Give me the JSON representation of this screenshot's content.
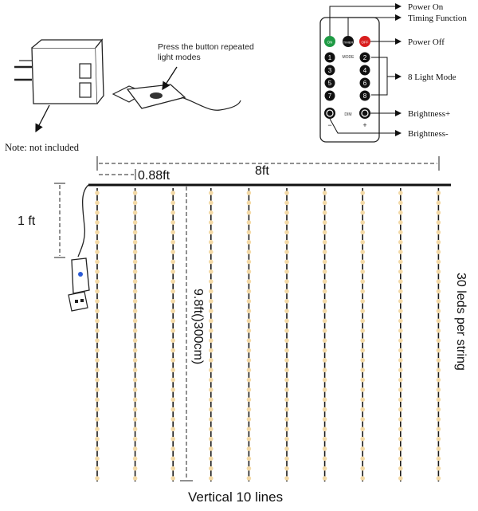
{
  "adapter": {
    "note": "Note: not included"
  },
  "usb_plug": {
    "instruction_line1": "Press the button repeated",
    "instruction_line2": "light modes"
  },
  "remote": {
    "buttons": {
      "on": "ON",
      "timer": "TIMER",
      "off": "OFF",
      "mode": "MODE",
      "dim": "DIM",
      "minus": "−",
      "plus": "+",
      "numbers": [
        "1",
        "2",
        "3",
        "4",
        "5",
        "6",
        "7",
        "8"
      ]
    },
    "callouts": {
      "power_on": "Power On",
      "timing_function": "Timing Function",
      "power_off": "Power Off",
      "light_modes": "8 Light Mode",
      "brightness_up": "Brightness+",
      "brightness_down": "Brightness-"
    },
    "colors": {
      "on": "#1e9a44",
      "timer": "#111111",
      "off": "#d81e1e"
    }
  },
  "dimensions": {
    "total_width": "8ft",
    "spacing": "0.88ft",
    "lead_length": "1 ft",
    "drop_length": "9.8ft()300cm)",
    "leds_per_string": "30 leds per string",
    "vertical_lines": "Vertical 10 lines"
  },
  "curtain": {
    "line_count": 10,
    "leds_per_string": 30,
    "led_color": "#f3d9a6",
    "usb_indicator_color": "#2a5bd7"
  }
}
